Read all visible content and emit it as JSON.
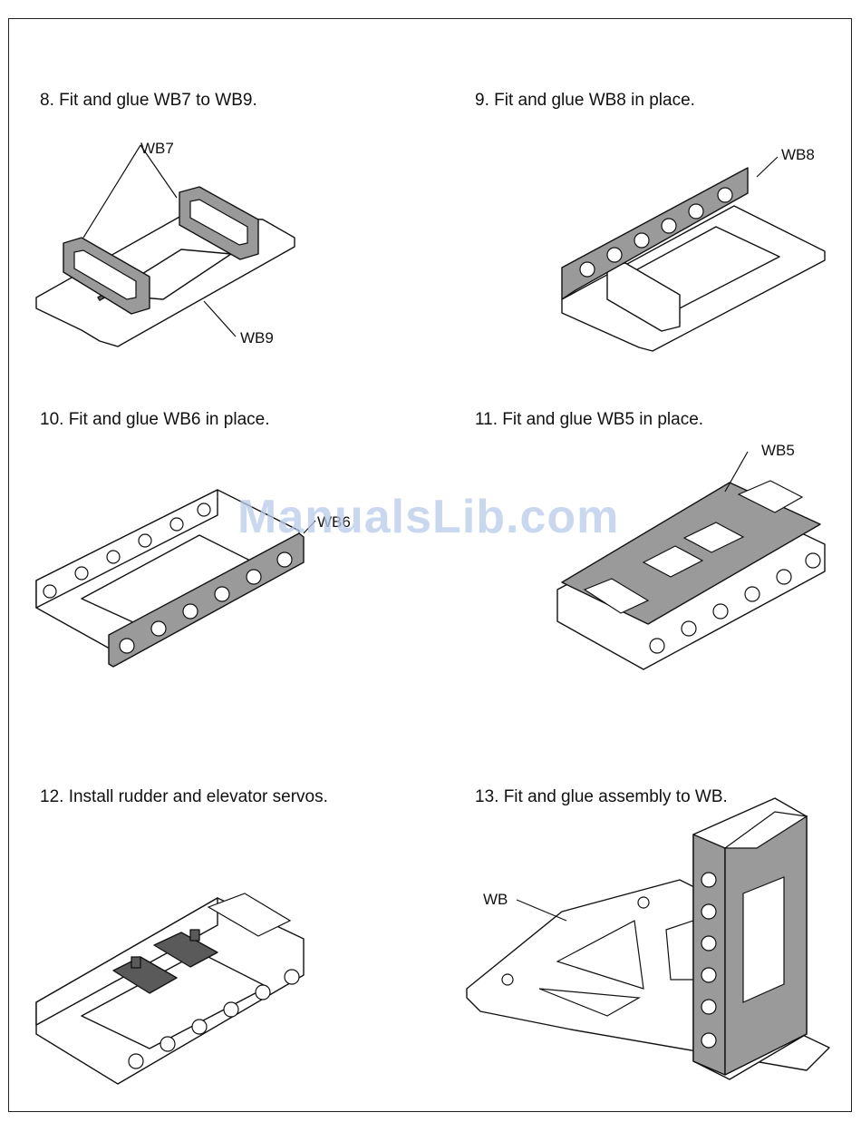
{
  "steps": [
    {
      "text": "8. Fit and glue WB7 to WB9.",
      "labels": [
        "WB7",
        "WB9"
      ]
    },
    {
      "text": "9. Fit and glue WB8 in place.",
      "labels": [
        "WB8"
      ]
    },
    {
      "text": "10. Fit and glue WB6 in place.",
      "labels": [
        "WB6"
      ]
    },
    {
      "text": "11. Fit and glue WB5 in place.",
      "labels": [
        "WB5"
      ]
    },
    {
      "text": "12. Install rudder and elevator servos.",
      "labels": []
    },
    {
      "text": "13. Fit and glue assembly to WB.",
      "labels": [
        "WB"
      ]
    }
  ],
  "watermark": "ManualsLib.com"
}
